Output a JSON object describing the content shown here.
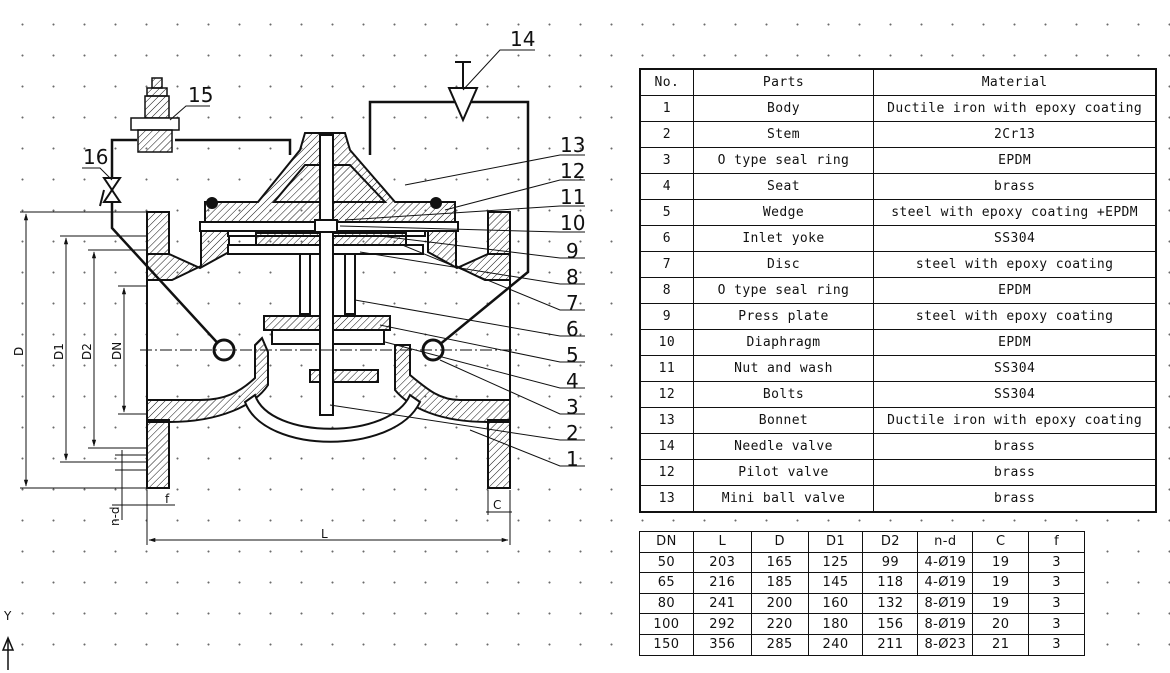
{
  "drawing": {
    "balloons": [
      "1",
      "2",
      "3",
      "4",
      "5",
      "6",
      "7",
      "8",
      "9",
      "10",
      "11",
      "12",
      "13",
      "14",
      "15",
      "16"
    ],
    "dimension_labels": {
      "D": "D",
      "D1": "D1",
      "D2": "D2",
      "DN": "DN",
      "L": "L",
      "nd": "n-d",
      "f": "f",
      "C": "C"
    },
    "axis_label": "Y"
  },
  "parts_table": {
    "headers": [
      "No.",
      "Parts",
      "Material"
    ],
    "rows": [
      [
        "1",
        "Body",
        "Ductile iron with epoxy coating"
      ],
      [
        "2",
        "Stem",
        "2Cr13"
      ],
      [
        "3",
        "O type seal ring",
        "EPDM"
      ],
      [
        "4",
        "Seat",
        "brass"
      ],
      [
        "5",
        "Wedge",
        "steel with epoxy coating +EPDM"
      ],
      [
        "6",
        "Inlet yoke",
        "SS304"
      ],
      [
        "7",
        "Disc",
        "steel with epoxy coating"
      ],
      [
        "8",
        "O type seal ring",
        "EPDM"
      ],
      [
        "9",
        "Press plate",
        "steel with epoxy coating"
      ],
      [
        "10",
        "Diaphragm",
        "EPDM"
      ],
      [
        "11",
        "Nut and wash",
        "SS304"
      ],
      [
        "12",
        "Bolts",
        "SS304"
      ],
      [
        "13",
        "Bonnet",
        "Ductile iron with epoxy coating"
      ],
      [
        "14",
        "Needle valve",
        "brass"
      ],
      [
        "12",
        "Pilot valve",
        "brass"
      ],
      [
        "13",
        "Mini ball valve",
        "brass"
      ]
    ]
  },
  "dim_table": {
    "headers": [
      "DN",
      "L",
      "D",
      "D1",
      "D2",
      "n-d",
      "C",
      "f"
    ],
    "rows": [
      [
        "50",
        "203",
        "165",
        "125",
        "99",
        "4-Ø19",
        "19",
        "3"
      ],
      [
        "65",
        "216",
        "185",
        "145",
        "118",
        "4-Ø19",
        "19",
        "3"
      ],
      [
        "80",
        "241",
        "200",
        "160",
        "132",
        "8-Ø19",
        "19",
        "3"
      ],
      [
        "100",
        "292",
        "220",
        "180",
        "156",
        "8-Ø19",
        "20",
        "3"
      ],
      [
        "150",
        "356",
        "285",
        "240",
        "211",
        "8-Ø23",
        "21",
        "3"
      ]
    ]
  }
}
